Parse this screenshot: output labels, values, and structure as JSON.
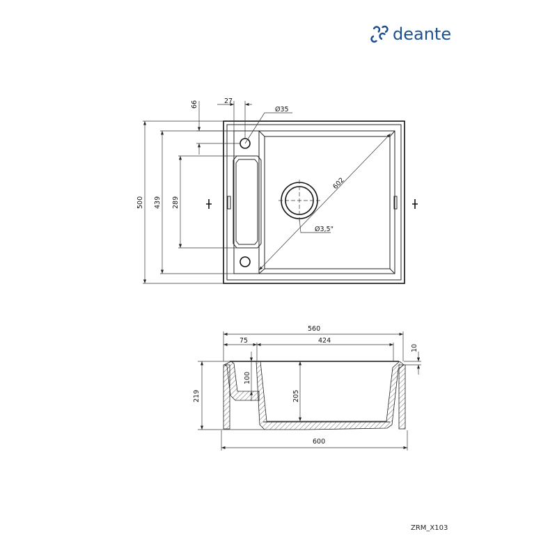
{
  "brand": {
    "name": "deante",
    "color": "#1d4f8f",
    "icon": "deante-logo-icon"
  },
  "top_view": {
    "dimensions": {
      "width_total": "500",
      "inner_height": "439",
      "drainer_length": "289",
      "hole_offset": "66",
      "hole_side": "27",
      "tap_hole": "Ø35",
      "diagonal": "602",
      "drain": "Ø3,5\""
    }
  },
  "side_view": {
    "dimensions": {
      "outer_width": "560",
      "drainer_width": "75",
      "bowl_width": "424",
      "rim": "10",
      "drainer_depth": "100",
      "bowl_depth": "205",
      "total_depth": "219",
      "cutout_width": "600"
    }
  },
  "drawing_code": "ZRM_X103"
}
